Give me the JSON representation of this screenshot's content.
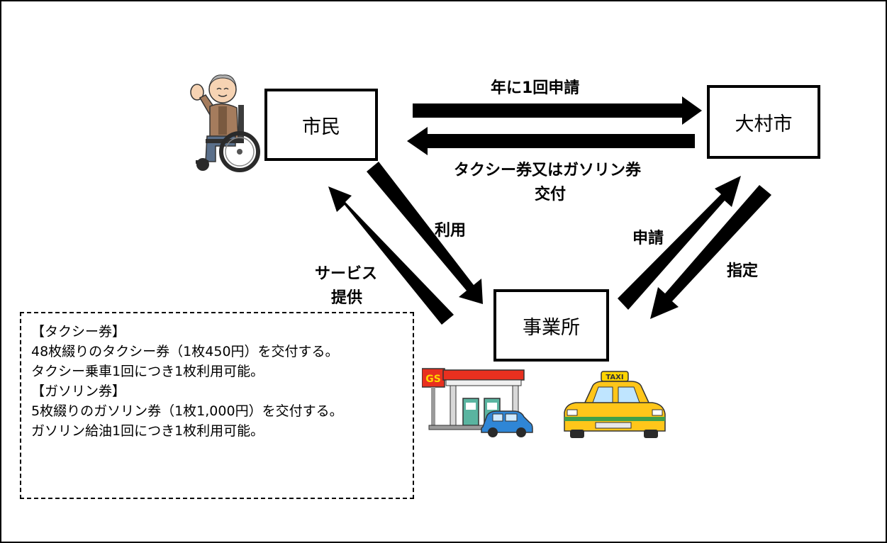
{
  "nodes": {
    "citizen": "市民",
    "city": "大村市",
    "office": "事業所"
  },
  "labels": {
    "apply_yearly": "年に1回申請",
    "issue_line1": "タクシー券又はガソリン券",
    "issue_line2": "交付",
    "use": "利用",
    "service_line1": "サービス",
    "service_line2": "提供",
    "apply": "申請",
    "designate": "指定"
  },
  "note": {
    "lines": [
      "【タクシー券】",
      "48枚綴りのタクシー券（1枚450円）を交付する。",
      "タクシー乗車1回につき1枚利用可能。",
      "【ガソリン券】",
      "5枚綴りのガソリン券（1枚1,000円）を交付する。",
      "ガソリン給油1回につき1枚利用可能。"
    ]
  },
  "illustrations": {
    "gas_station_sign": "GS",
    "taxi_sign": "TAXI"
  }
}
